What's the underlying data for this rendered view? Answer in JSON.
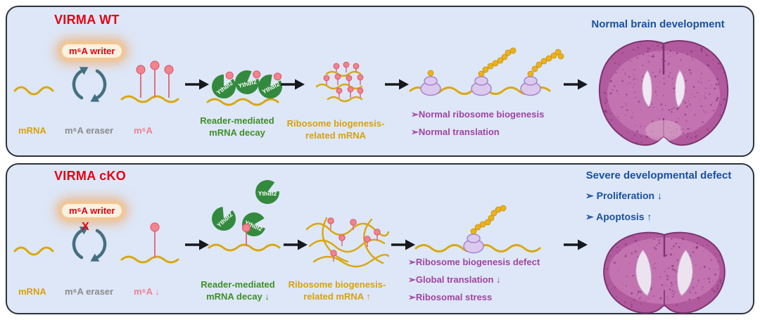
{
  "colors": {
    "panel_bg": "#dde7f8",
    "title_red": "#e60012",
    "dark_blue": "#1b4fa0",
    "mrna_gold": "#d9a70f",
    "m6a_pink": "#f0808d",
    "reader_green": "#3f8f25",
    "eraser_gray": "#8b8b8b",
    "bullet_purple": "#a044a0"
  },
  "shared": {
    "ythdf2_label": "Ythdf2"
  },
  "wt": {
    "title": "VIRMA WT",
    "outcome": "Normal brain development",
    "writer_label": "m⁶A writer",
    "mrna_label": "mRNA",
    "eraser_label": "m⁶A eraser",
    "m6a_label": "m⁶A",
    "reader_label": "Reader-mediated mRNA decay",
    "ribosome_mrna_label": "Ribosome biogenesis-related mRNA",
    "bullets": [
      "➢Normal ribosome biogenesis",
      "➢Normal translation"
    ]
  },
  "cko": {
    "title": "VIRMA cKO",
    "outcome": "Severe developmental defect",
    "outcome_bullets": [
      "➢ Proliferation ↓",
      "➢ Apoptosis ↑"
    ],
    "knockout_mark": "X",
    "writer_label": "m⁶A writer",
    "mrna_label": "mRNA",
    "eraser_label": "m⁶A eraser",
    "m6a_label": "m⁶A ↓",
    "reader_label": "Reader-mediated mRNA decay ↓",
    "ribosome_mrna_label": "Ribosome biogenesis-related mRNA ↑",
    "bullets": [
      "➢Ribosome biogenesis defect",
      "➢Global translation ↓",
      "➢Ribosomal stress"
    ]
  }
}
